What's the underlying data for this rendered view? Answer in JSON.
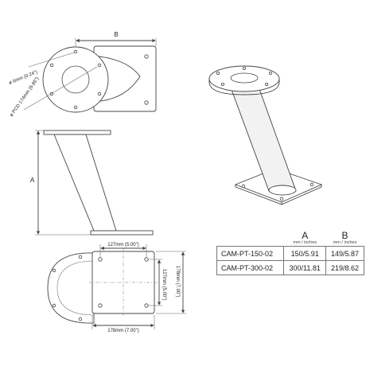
{
  "top_view": {
    "dim_b": "B",
    "hole_dia": "ø 6mm (0.24\")",
    "pcd": "ø PCD 174mm (6.85\")"
  },
  "side_view": {
    "dim_a": "A"
  },
  "bottom_view": {
    "width_top": "127mm (5.00\")",
    "height_inner": "127mm (5.00\")",
    "height_outer": "178mm (7.00\")",
    "width_bottom": "178mm (7.00\")"
  },
  "spec_table": {
    "col_a": "A",
    "col_b": "B",
    "units_a": "mm / inches",
    "units_b": "mm / inches",
    "rows": [
      {
        "model": "CAM-PT-150-02",
        "a": "150/5.91",
        "b": "149/5.87"
      },
      {
        "model": "CAM-PT-300-02",
        "a": "300/11.81",
        "b": "219/8.62"
      }
    ]
  }
}
